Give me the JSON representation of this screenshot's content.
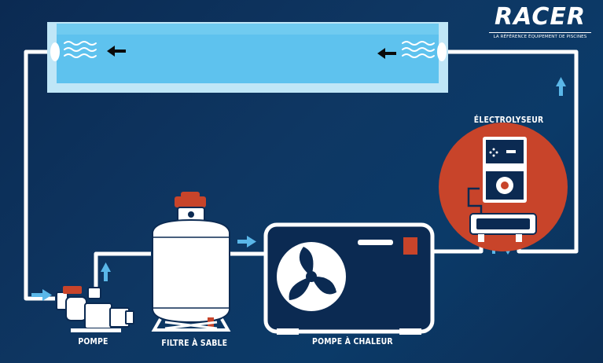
{
  "brand": {
    "name": "RACER",
    "tagline": "LA RÉFÉRENCE ÉQUIPEMENT DE PISCINES"
  },
  "labels": {
    "pump": "POMPE",
    "sand_filter": "FILTRE À SABLE",
    "heat_pump": "POMPE À CHALEUR",
    "electrolyser": "ÉLECTROLYSEUR"
  },
  "colors": {
    "background": "#0e3763",
    "pipe": "#ffffff",
    "pool_water": "#6ec6ee",
    "flow_arrow": "#5ab7e8",
    "accent_red": "#c8442a"
  }
}
